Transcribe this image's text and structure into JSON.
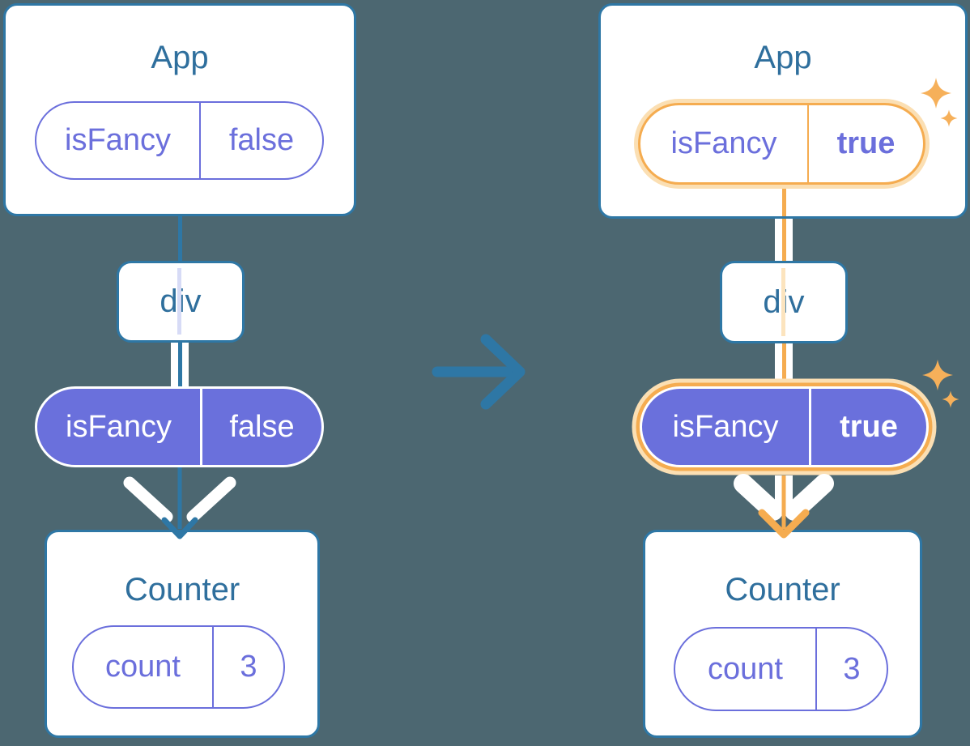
{
  "canvas": {
    "background_color": "#4C6771"
  },
  "colors": {
    "card_background": "#FFFFFF",
    "card_border_blue": "#2E77A5",
    "title_text_blue": "#2F6F9D",
    "pill_purple": "#6B6FDC",
    "pill_fill_indigo": "#6A70DC",
    "highlight_orange": "#F5AC50",
    "highlight_orange_pale": "#FBDFB3",
    "faint_prop_line_blue": "#D7DBF6",
    "faint_prop_line_orange": "#FCE4BE",
    "sparkle_orange": "#F6B05A"
  },
  "icons": {
    "sparkle": "✦",
    "transition_arrow": "→",
    "down_arrow": "↓"
  },
  "left_tree": {
    "app": {
      "title": "App",
      "state_pill": {
        "key": "isFancy",
        "value": "false"
      }
    },
    "div_node": {
      "label": "div"
    },
    "prop_pill": {
      "key": "isFancy",
      "value": "false"
    },
    "counter": {
      "title": "Counter",
      "state_pill": {
        "key": "count",
        "value": "3"
      }
    }
  },
  "right_tree": {
    "app": {
      "title": "App",
      "state_pill": {
        "key": "isFancy",
        "value": "true"
      }
    },
    "div_node": {
      "label": "div"
    },
    "prop_pill": {
      "key": "isFancy",
      "value": "true"
    },
    "counter": {
      "title": "Counter",
      "state_pill": {
        "key": "count",
        "value": "3"
      }
    }
  }
}
